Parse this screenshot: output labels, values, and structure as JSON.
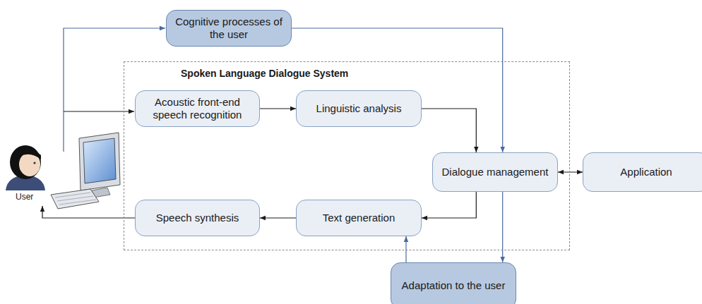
{
  "diagram": {
    "nodes": [
      {
        "text": [
          "Cognitive processes of the user"
        ]
      },
      {
        "text": [
          "Spoken Language Dialogue System"
        ]
      },
      {
        "text": [
          "Acoustic front-end speech recognition"
        ],
        "in": 1
      },
      {
        "text": [
          "Linguistic analysis"
        ],
        "in": 1
      },
      {
        "text": [
          "Dialogue management"
        ],
        "in": 1
      },
      {
        "text": [
          "Application"
        ]
      },
      {
        "text": [
          "Speech synthesis"
        ],
        "in": 1
      },
      {
        "text": [
          "Text generation"
        ],
        "in": 1
      },
      {
        "text": [
          "Adaptation to the user"
        ]
      }
    ],
    "edges": [
      {
        "from": 2,
        "to": 3,
        "arrow": "to"
      },
      {
        "from": 3,
        "to": 4,
        "arrow": "to"
      },
      {
        "from": 0,
        "to": 4,
        "arrow": "to"
      },
      {
        "from": 4,
        "to": 5,
        "arrow": "both"
      },
      {
        "from": 4,
        "to": 7,
        "arrow": "to"
      },
      {
        "from": 7,
        "to": 6,
        "arrow": "to"
      },
      {
        "from": 4,
        "to": 8,
        "arrow": "to"
      },
      {
        "from": 8,
        "to": 7,
        "arrow": "to"
      }
    ],
    "labels": [
      "User"
    ]
  }
}
